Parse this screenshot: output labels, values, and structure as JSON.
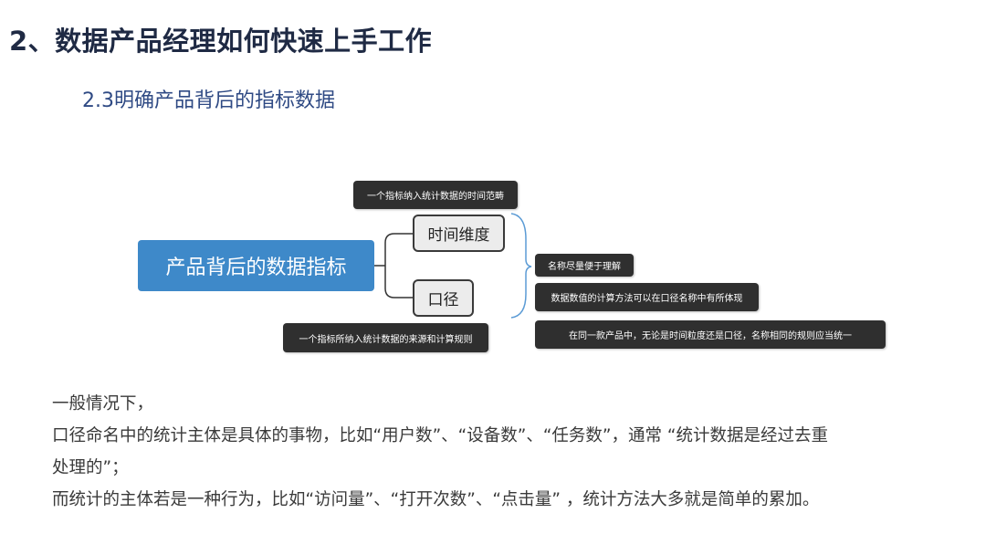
{
  "header": {
    "title": "2、数据产品经理如何快速上手工作",
    "subtitle": "2.3明确产品背后的指标数据"
  },
  "mindmap": {
    "root": "产品背后的数据指标",
    "branches": {
      "time": {
        "label": "时间维度",
        "note": "一个指标纳入统计数据的时间范畴"
      },
      "caliber": {
        "label": "口径",
        "note": "一个指标所纳入统计数据的来源和计算规则"
      }
    },
    "rules": [
      "名称尽量便于理解",
      "数据数值的计算方法可以在口径名称中有所体现",
      "在同一款产品中，无论是时间粒度还是口径，名称相同的规则应当统一"
    ]
  },
  "body": {
    "lines": [
      "一般情况下，",
      "口径命名中的统计主体是具体的事物，比如“用户数”、“设备数”、“任务数”，通常 “统计数据是经过去重",
      "处理的”；",
      "而统计的主体若是一种行为，比如“访问量”、“打开次数”、“点击量” ，统计方法大多就是简单的累加。"
    ]
  },
  "colors": {
    "title": "#1f2a44",
    "subtitle": "#2f4a84",
    "root_fill": "#3e89c9",
    "note_fill": "#2f2f2f",
    "brace": "#5b9bd5",
    "body_text": "#3a3a3a"
  }
}
